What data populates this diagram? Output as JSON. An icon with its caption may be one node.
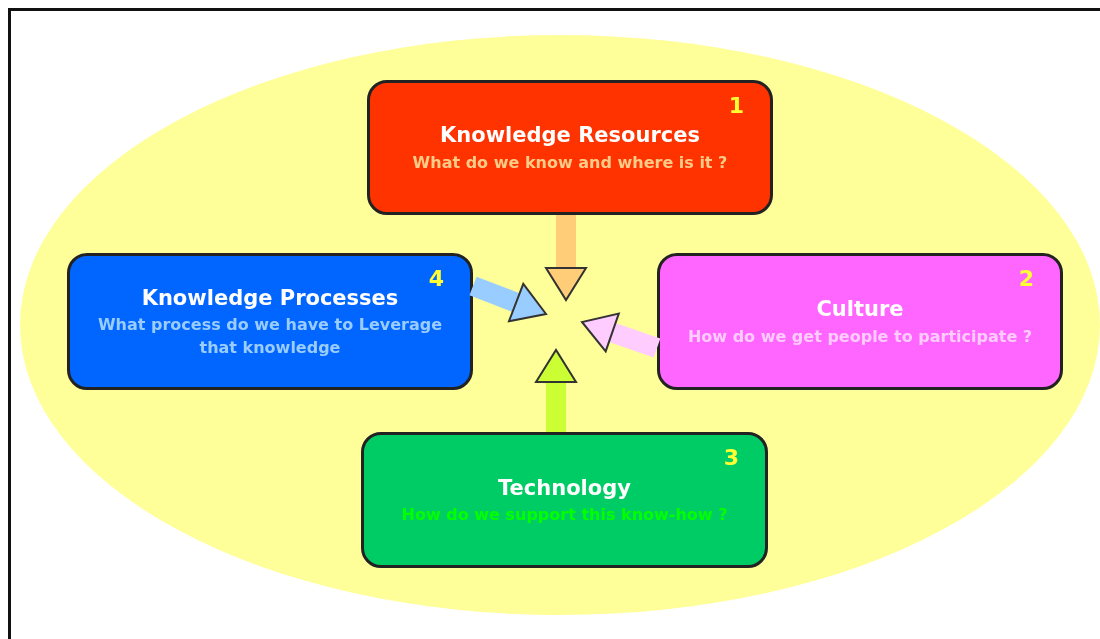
{
  "diagram": {
    "nodes": [
      {
        "text": [],
        "shape": "ellipse"
      },
      {
        "text": [
          "1",
          "Knowledge Resources",
          "What do we know and where is it ?"
        ],
        "in": 0
      },
      {
        "text": [
          "4",
          "Knowledge Processes",
          "What process do we have to Leverage that knowledge"
        ],
        "in": 0
      },
      {
        "text": [
          "2",
          "Culture",
          "How do we get people to participate ?"
        ],
        "in": 0
      },
      {
        "text": [
          "3",
          "Technology",
          "How do we support this know-how ?"
        ],
        "in": 0
      }
    ],
    "edges": [
      {
        "from": 1,
        "to": null,
        "arrow": "to",
        "color": "#ffcc77"
      },
      {
        "from": 3,
        "to": null,
        "arrow": "to",
        "color": "#ffccff"
      },
      {
        "from": 4,
        "to": null,
        "arrow": "to",
        "color": "#ccff33"
      },
      {
        "from": 2,
        "to": null,
        "arrow": "to",
        "color": "#99ccff"
      }
    ]
  }
}
